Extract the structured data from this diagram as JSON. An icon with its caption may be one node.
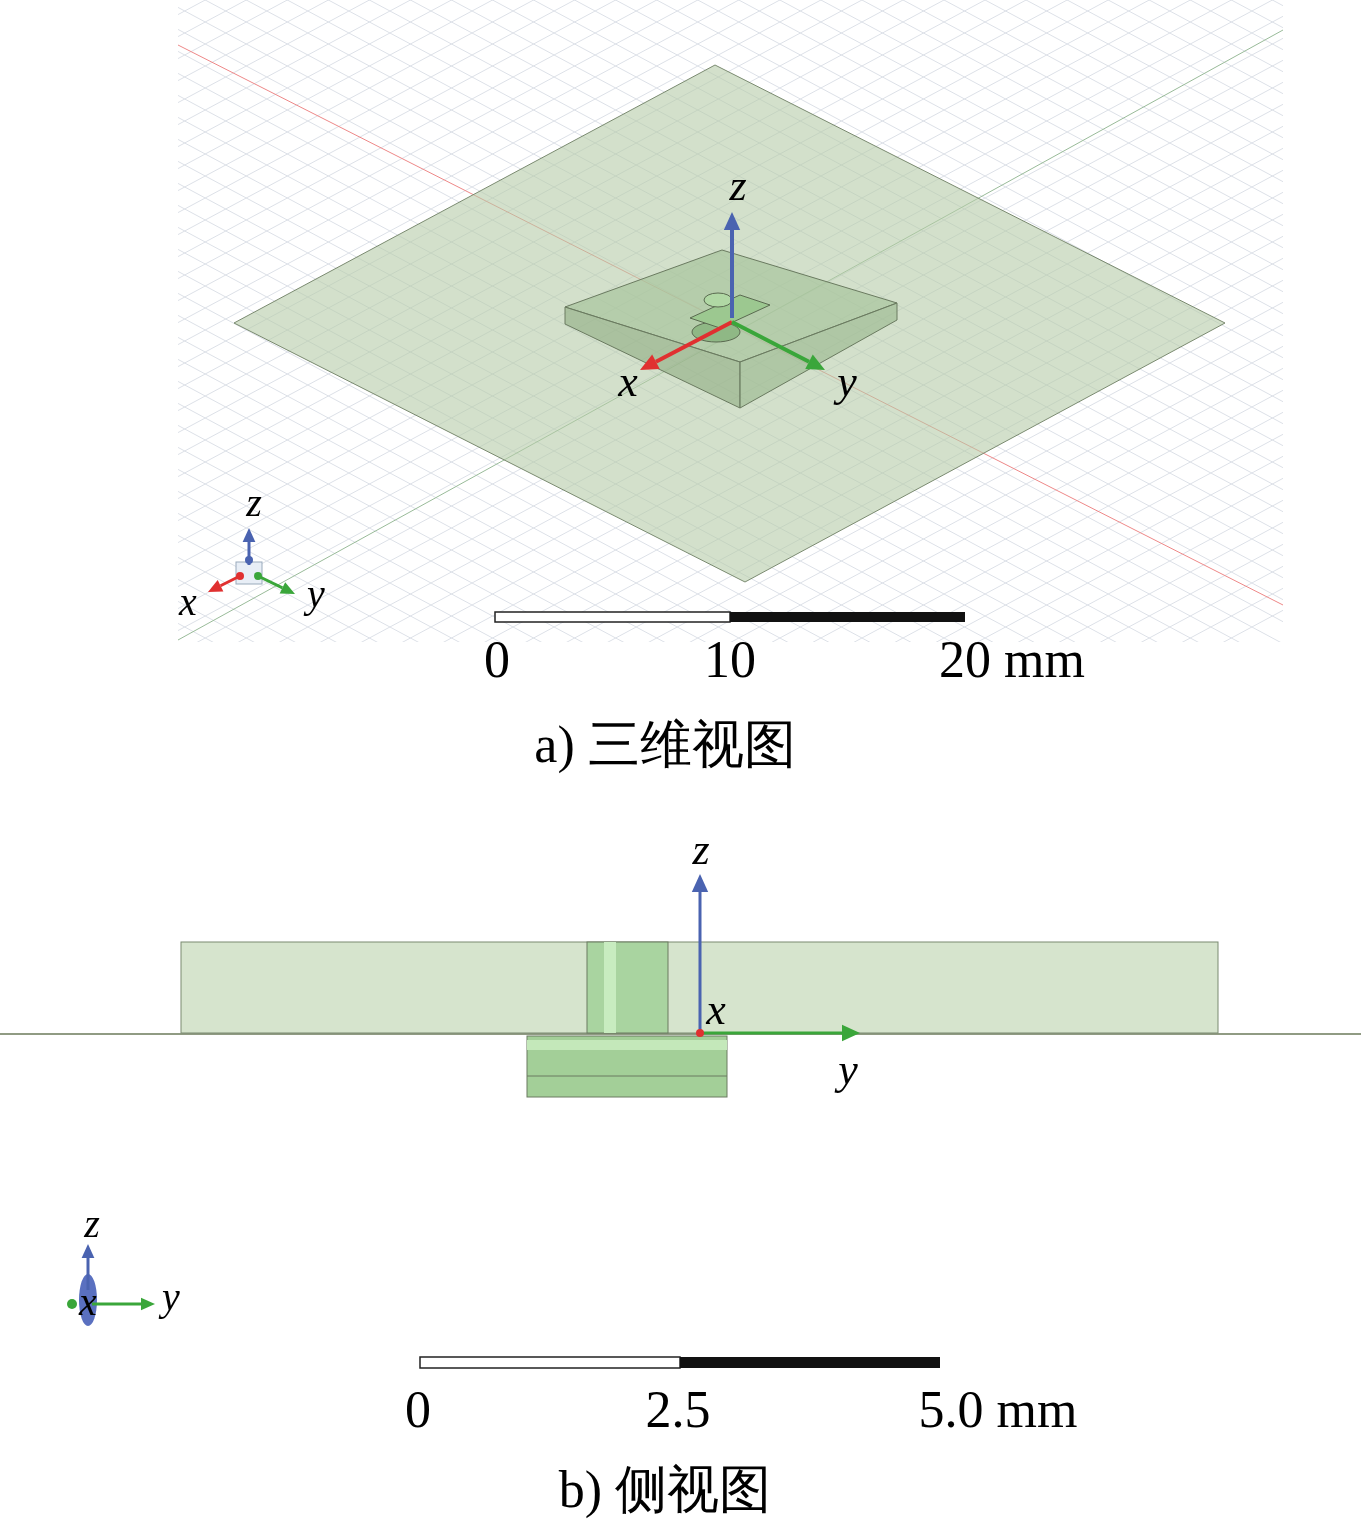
{
  "diagram": {
    "labels": [
      "z",
      "x",
      "y",
      "z",
      "x",
      "y",
      "0",
      "10",
      "20 mm",
      "a) 三维视图",
      "z",
      "x",
      "y",
      "z",
      "x",
      "y",
      "0",
      "2.5",
      "5.0 mm",
      "b) 侧视图"
    ]
  }
}
